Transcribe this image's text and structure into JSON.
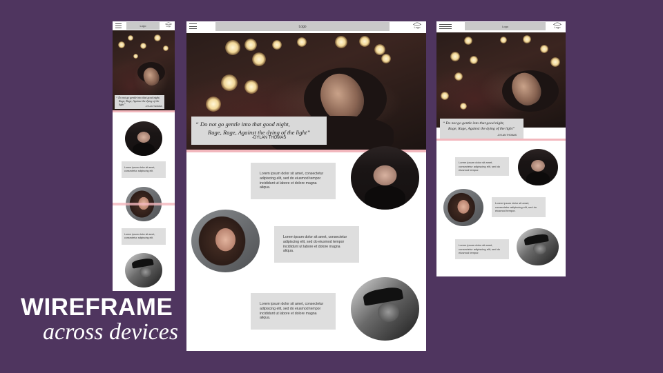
{
  "colors": {
    "background": "#4f355f",
    "device_bg": "#ffffff",
    "logo_bar": "#c9c9c9",
    "text_box": "#dedede",
    "accent_line": "#f2b7bd",
    "title_text": "#ffffff"
  },
  "title": {
    "line1": "WIREFRAME",
    "line2": "across devices"
  },
  "header": {
    "logo_label": "Logo",
    "icon_label": "Logo"
  },
  "quote": {
    "line1": "“ Do not go gentle into that good night,",
    "line2": "Rage, Rage, Against the dying of the light”",
    "author": "-DYLAN THOMAS"
  },
  "lorem": {
    "long": "Lorem ipsum dolor sit amet, consectetur adipiscing elit, sed do eiusmod tempor incididunt ut labore et dolore magna aliqua.",
    "medium": "Lorem ipsum dolor sit amet, consectetur adipiscing elit, sed do eiusmod tempor.",
    "short": "Lorem ipsum dolor sit amet, consectetur adipiscing elit."
  },
  "icons": [
    "hamburger-icon",
    "lotus-icon"
  ]
}
